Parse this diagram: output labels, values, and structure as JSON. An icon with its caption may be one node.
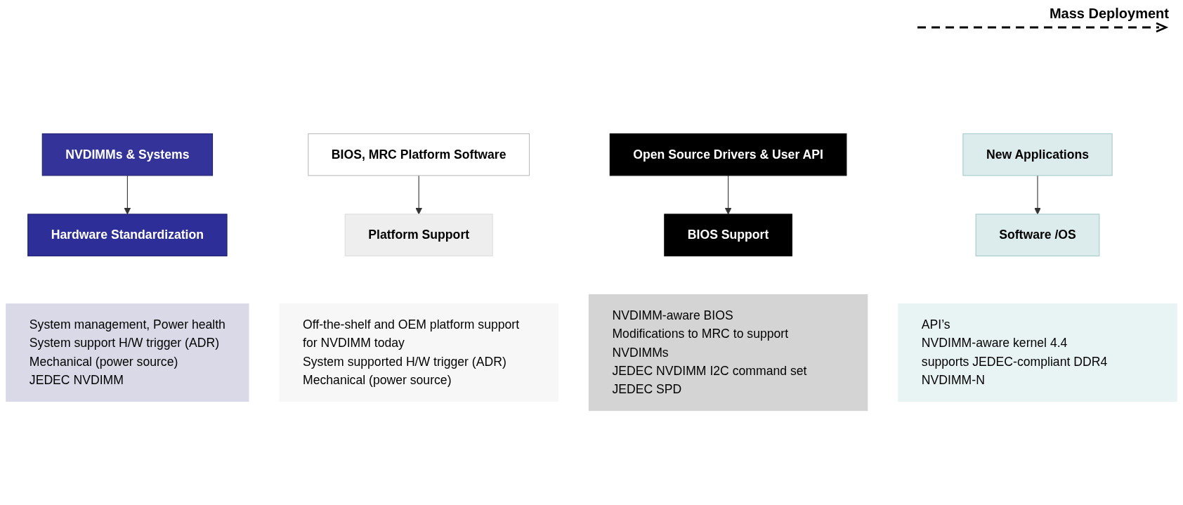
{
  "diagram": {
    "nodes": [
      {
        "text": [
          "NVDIMMs &  Systems"
        ]
      },
      {
        "text": [
          "Hardware Standardization"
        ]
      },
      {
        "text": [
          "System management, Power health",
          "System support H/W trigger (ADR)",
          "Mechanical (power source)",
          "JEDEC NVDIMM"
        ]
      },
      {
        "text": [
          "BIOS, MRC Platform Software"
        ]
      },
      {
        "text": [
          "Platform Support"
        ]
      },
      {
        "text": [
          "Off-the-shelf and OEM platform support for NVDIMM today",
          "System supported H/W trigger (ADR)",
          "Mechanical (power source)"
        ]
      },
      {
        "text": [
          "Open Source Drivers & User API"
        ]
      },
      {
        "text": [
          "BIOS Support"
        ]
      },
      {
        "text": [
          "NVDIMM-aware BIOS",
          "Modifications to MRC to support NVDIMMs",
          "JEDEC NVDIMM I2C command set",
          "JEDEC SPD"
        ]
      },
      {
        "text": [
          "New Applications"
        ]
      },
      {
        "text": [
          "Software /OS"
        ]
      },
      {
        "text": [
          "API’s",
          "NVDIMM-aware kernel 4.4",
          "supports JEDEC-compliant DDR4 NVDIMM-N"
        ]
      }
    ],
    "edges": [
      {
        "from": 0,
        "to": 1,
        "arrow": "to"
      },
      {
        "from": 3,
        "to": 4,
        "arrow": "to"
      },
      {
        "from": 6,
        "to": 7,
        "arrow": "to"
      },
      {
        "from": 9,
        "to": 10,
        "arrow": "to"
      }
    ],
    "labels": [
      "Mass Deployment"
    ]
  }
}
